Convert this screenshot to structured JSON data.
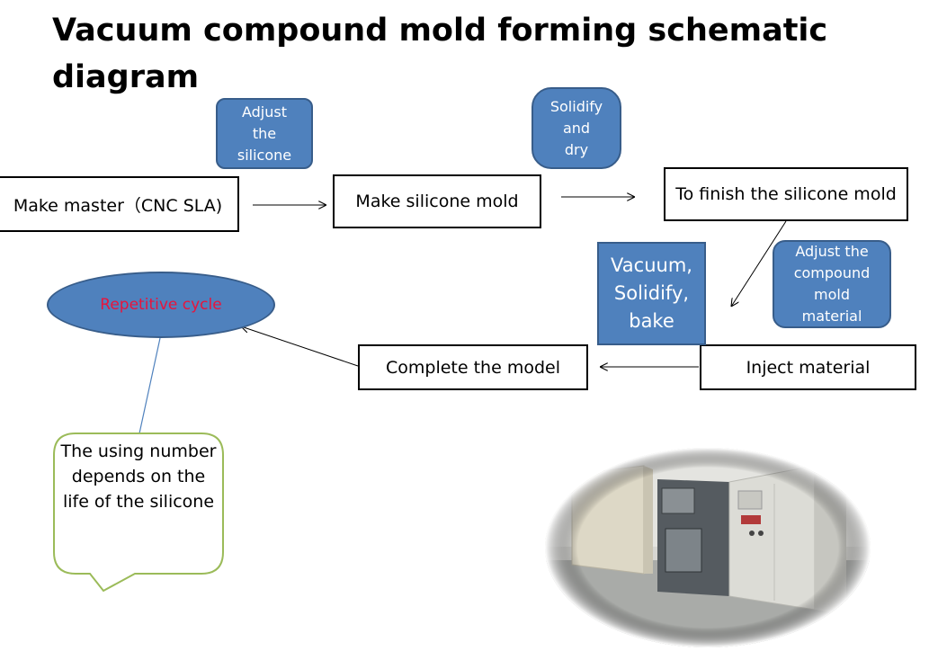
{
  "title": "Vacuum compound mold forming schematic diagram",
  "steps": {
    "make_master": "Make master（CNC SLA)",
    "make_silicone_mold": "Make silicone mold",
    "finish_silicone_mold": "To finish the silicone mold",
    "inject_material": "Inject material",
    "complete_model": "Complete the model"
  },
  "notes": {
    "adjust_silicone": "Adjust the silicone",
    "solidify_dry": "Solidify and dry",
    "vacuum_solidify_bake": "Vacuum, Solidify, bake",
    "adjust_compound": "Adjust the compound mold material"
  },
  "cycle": "Repetitive cycle",
  "callout": "The using number depends on the life of the silicone",
  "colors": {
    "note_fill": "#4f81bd",
    "note_border": "#385d8a",
    "cycle_text": "#e8143c",
    "callout_border": "#9bbb59"
  }
}
